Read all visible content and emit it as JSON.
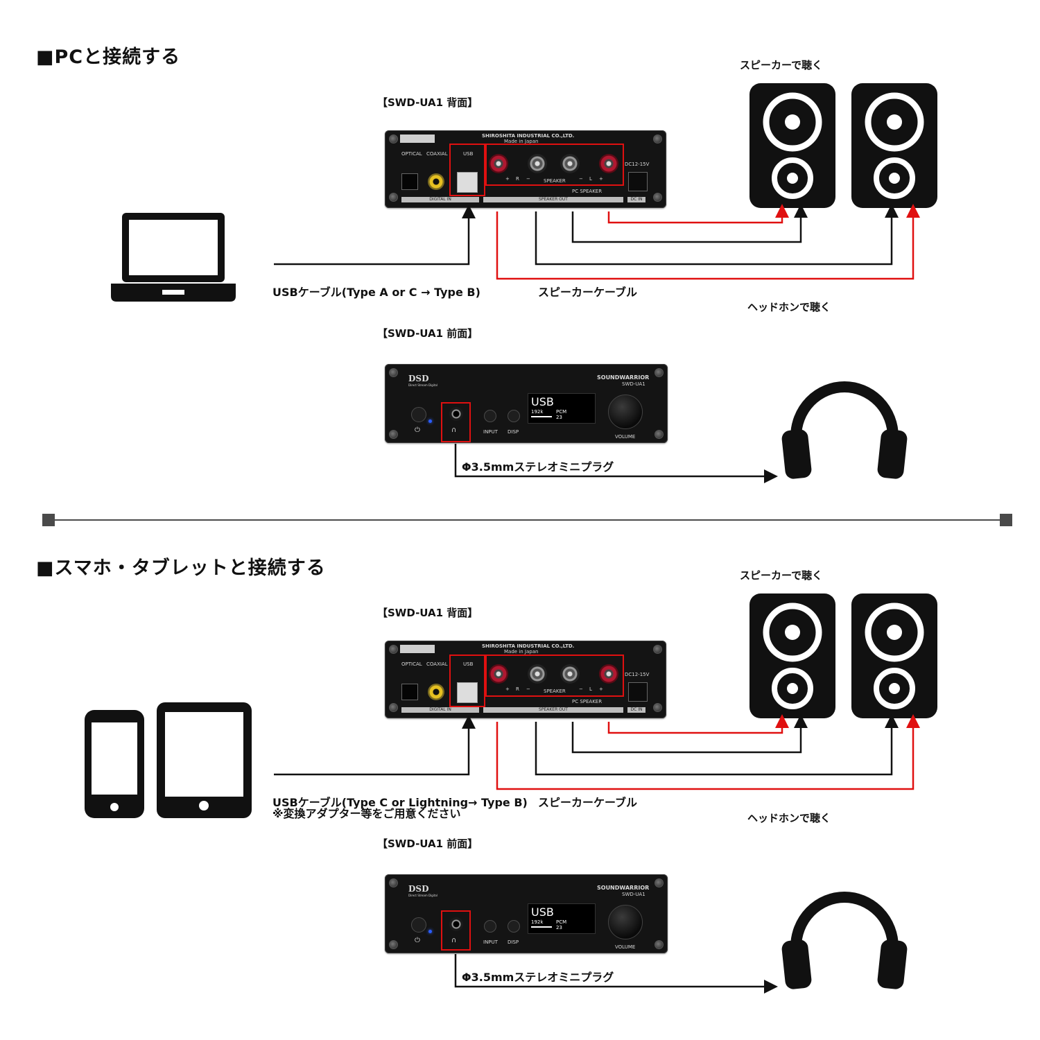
{
  "sections": [
    {
      "title": "■PCと接続する",
      "rear_label": "【SWD-UA1 背面】",
      "front_label": "【SWD-UA1 前面】",
      "speaker_caption": "スピーカーで聴く",
      "headphone_caption": "ヘッドホンで聴く",
      "usb_cable": "USBケーブル(Type A or C → Type B)",
      "usb_note": "",
      "speaker_cable": "スピーカーケーブル",
      "mini_plug": "Φ3.5mmステレオミニプラグ",
      "source_device": "laptop-icon"
    },
    {
      "title": "■スマホ・タブレットと接続する",
      "rear_label": "【SWD-UA1 背面】",
      "front_label": "【SWD-UA1 前面】",
      "speaker_caption": "スピーカーで聴く",
      "headphone_caption": "ヘッドホンで聴く",
      "usb_cable": "USBケーブル(Type C or Lightning→ Type B)",
      "usb_note": "※変換アダプター等をご用意ください",
      "speaker_cable": "スピーカーケーブル",
      "mini_plug": "Φ3.5mmステレオミニプラグ",
      "source_device": "smartphone-tablet-icon"
    }
  ],
  "rear_panel": {
    "maker": "SHIROSHITA INDUSTRIAL CO.,LTD.",
    "made_in": "Made in Japan",
    "optical": "OPTICAL",
    "coaxial": "COAXIAL",
    "usb": "USB",
    "dc": "DC12-15V",
    "plus": "+",
    "minus": "−",
    "r": "R",
    "l": "L",
    "speaker": "SPEAKER",
    "pc_speaker": "PC SPEAKER",
    "digital_in": "DIGITAL IN",
    "speaker_out": "SPEAKER OUT",
    "dc_in": "DC IN"
  },
  "front_panel": {
    "dsd": "DSD",
    "dsd_sub": "Direct Stream Digital",
    "brand": "SOUNDWARRIOR",
    "model": "SWD-UA1",
    "oled_main": "USB",
    "oled_rate": "192k",
    "oled_fmt": "PCM",
    "oled_vol": "23",
    "input": "INPUT",
    "disp": "DISP",
    "volume": "VOLUME"
  },
  "colors": {
    "signal_red": "#e01010",
    "signal_black": "#111111",
    "divider": "#4a4a4a"
  }
}
